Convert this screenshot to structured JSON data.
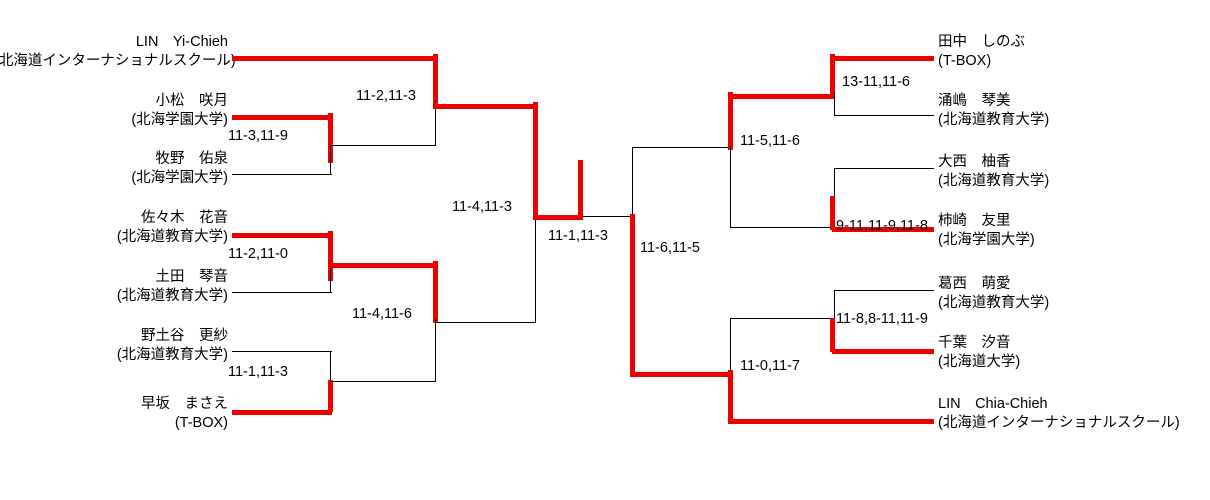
{
  "meta": {
    "kind": "tournament-bracket",
    "winner_color": "#ee0000",
    "line_color": "#000000"
  },
  "players": {
    "left": [
      {
        "name": "LIN　Yi-Chieh",
        "affiliation": "(北海道インターナショナルスクール)"
      },
      {
        "name": "小松　咲月",
        "affiliation": "(北海学園大学)"
      },
      {
        "name": "牧野　佑泉",
        "affiliation": "(北海学園大学)"
      },
      {
        "name": "佐々木　花音",
        "affiliation": "(北海道教育大学)"
      },
      {
        "name": "土田　琴音",
        "affiliation": "(北海道教育大学)"
      },
      {
        "name": "野土谷　更紗",
        "affiliation": "(北海道教育大学)"
      },
      {
        "name": "早坂　まさえ",
        "affiliation": "(T-BOX)"
      }
    ],
    "right": [
      {
        "name": "田中　しのぶ",
        "affiliation": "(T-BOX)"
      },
      {
        "name": "涌嶋　琴美",
        "affiliation": "(北海道教育大学)"
      },
      {
        "name": "大西　柚香",
        "affiliation": "(北海道教育大学)"
      },
      {
        "name": "柿崎　友里",
        "affiliation": "(北海学園大学)"
      },
      {
        "name": "葛西　萌愛",
        "affiliation": "(北海道教育大学)"
      },
      {
        "name": "千葉　汐音",
        "affiliation": "(北海道大学)"
      },
      {
        "name": "LIN　Chia-Chieh",
        "affiliation": "(北海道インターナショナルスクール)"
      }
    ]
  },
  "scores": {
    "left_r1_komatsu_makino": "11-3,11-9",
    "left_r1_sasaki_tsuchida": "11-2,11-0",
    "left_r1_nodoya_hayasaka": "11-1,11-3",
    "left_r2_top": "11-2,11-3",
    "left_r2_bottom": "11-4,11-6",
    "left_semifinal": "11-4,11-3",
    "final_left_side": "11-1,11-3",
    "final": "11-6,11-5",
    "right_semifinal": "11-0,11-7",
    "right_r2_top": "11-5,11-6",
    "right_r1_tanaka_wakushima": "13-11,11-6",
    "right_r1_onishi_kakizaki": "9-11,11-9,11-8",
    "right_r1_kasai_chiba": "11-8,8-11,11-9"
  }
}
